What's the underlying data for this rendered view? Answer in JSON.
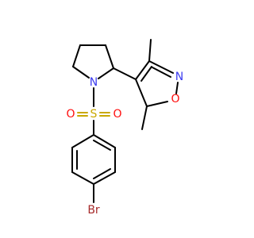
{
  "molecule": {
    "atoms": {
      "nitrogen_pyrrolidine": {
        "symbol": "N",
        "color": "#3d3df0"
      },
      "sulfur": {
        "symbol": "S",
        "color": "#c9a800"
      },
      "oxygen_sulfonyl_left": {
        "symbol": "O",
        "color": "#ff0d0d"
      },
      "oxygen_sulfonyl_right": {
        "symbol": "O",
        "color": "#ff0d0d"
      },
      "nitrogen_isoxazole": {
        "symbol": "N",
        "color": "#3d3df0"
      },
      "oxygen_isoxazole": {
        "symbol": "O",
        "color": "#ff0d0d"
      },
      "bromine": {
        "symbol": "Br",
        "color": "#a62929"
      }
    }
  }
}
